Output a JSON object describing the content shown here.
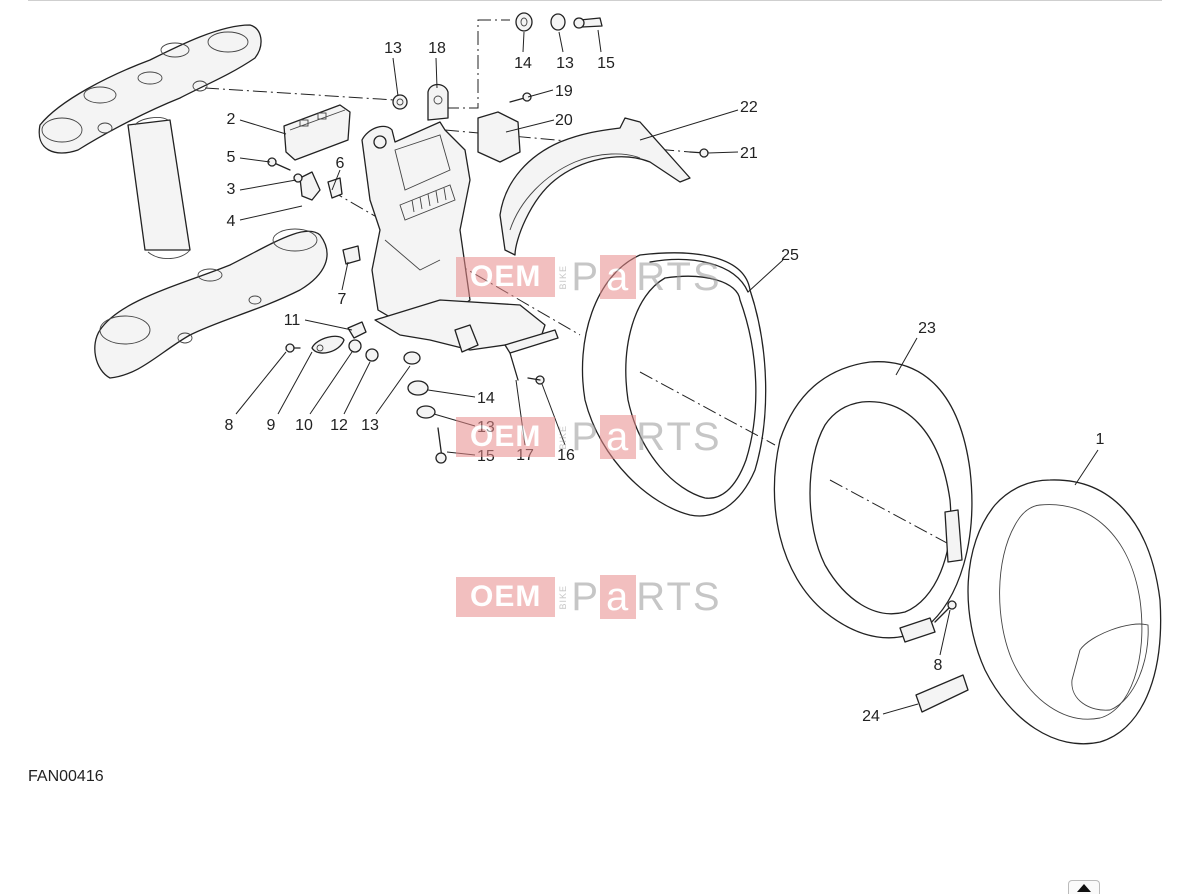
{
  "diagram_code": "FAN00416",
  "watermark": {
    "oem": "OEM",
    "bike": "BIKE",
    "p": "P",
    "a": "a",
    "rest": "RTS"
  },
  "callouts": [
    {
      "id": "c13a",
      "text": "13"
    },
    {
      "id": "c18",
      "text": "18"
    },
    {
      "id": "c14a",
      "text": "14"
    },
    {
      "id": "c13b",
      "text": "13"
    },
    {
      "id": "c15a",
      "text": "15"
    },
    {
      "id": "c19",
      "text": "19"
    },
    {
      "id": "c2",
      "text": "2"
    },
    {
      "id": "c20",
      "text": "20"
    },
    {
      "id": "c22",
      "text": "22"
    },
    {
      "id": "c21",
      "text": "21"
    },
    {
      "id": "c5",
      "text": "5"
    },
    {
      "id": "c6",
      "text": "6"
    },
    {
      "id": "c3",
      "text": "3"
    },
    {
      "id": "c4",
      "text": "4"
    },
    {
      "id": "c7",
      "text": "7"
    },
    {
      "id": "c25",
      "text": "25"
    },
    {
      "id": "c23",
      "text": "23"
    },
    {
      "id": "c11",
      "text": "11"
    },
    {
      "id": "c14b",
      "text": "14"
    },
    {
      "id": "c13c",
      "text": "13"
    },
    {
      "id": "c15b",
      "text": "15"
    },
    {
      "id": "c8a",
      "text": "8"
    },
    {
      "id": "c9",
      "text": "9"
    },
    {
      "id": "c10",
      "text": "10"
    },
    {
      "id": "c12",
      "text": "12"
    },
    {
      "id": "c13d",
      "text": "13"
    },
    {
      "id": "c17",
      "text": "17"
    },
    {
      "id": "c16",
      "text": "16"
    },
    {
      "id": "c1",
      "text": "1"
    },
    {
      "id": "c8b",
      "text": "8"
    },
    {
      "id": "c24",
      "text": "24"
    }
  ],
  "colors": {
    "line": "#222222",
    "watermark_red": "#e88b8b",
    "watermark_grey": "#999999"
  },
  "icons": {
    "scroll_top": "arrow-up-icon"
  }
}
